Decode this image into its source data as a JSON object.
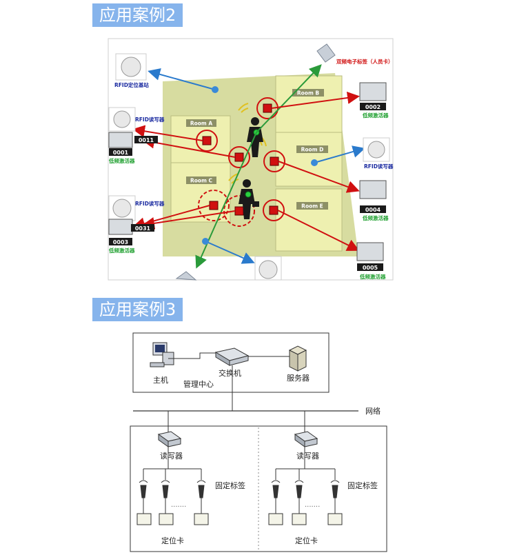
{
  "banners": {
    "case2": "应用案例2",
    "case3": "应用案例3"
  },
  "case2": {
    "rooms": [
      "Room A",
      "Room B",
      "Room C",
      "Room D",
      "Room E"
    ],
    "labels": {
      "rfid_base_station": "RFID定位基站",
      "reader_1": "RFID读写器",
      "reader_2": "RFID读写器",
      "reader_3": "RFID读写器",
      "tag": "双频电子标签（人员卡）",
      "lf_activator": "低频激活器"
    },
    "codes": {
      "c0011": "0011",
      "c0001": "0001",
      "c0002": "0002",
      "c0004": "0004",
      "c0031": "0031",
      "c0003": "0003",
      "c0005": "0005"
    },
    "colors": {
      "floor": "#d7dca0",
      "room": "#eef0b0",
      "red": "#d01010",
      "green": "#2a9a3a",
      "blue": "#2a7acc"
    }
  },
  "case3": {
    "host": "主机",
    "management_center": "管理中心",
    "switch": "交换机",
    "server": "服务器",
    "network": "网络",
    "reader_left": "读写器",
    "reader_right": "读写器",
    "fixed_tag_left": "固定标签",
    "fixed_tag_right": "固定标签",
    "locator_card_left": "定位卡",
    "locator_card_right": "定位卡",
    "dots_left": "·······",
    "dots_right": "·······"
  }
}
